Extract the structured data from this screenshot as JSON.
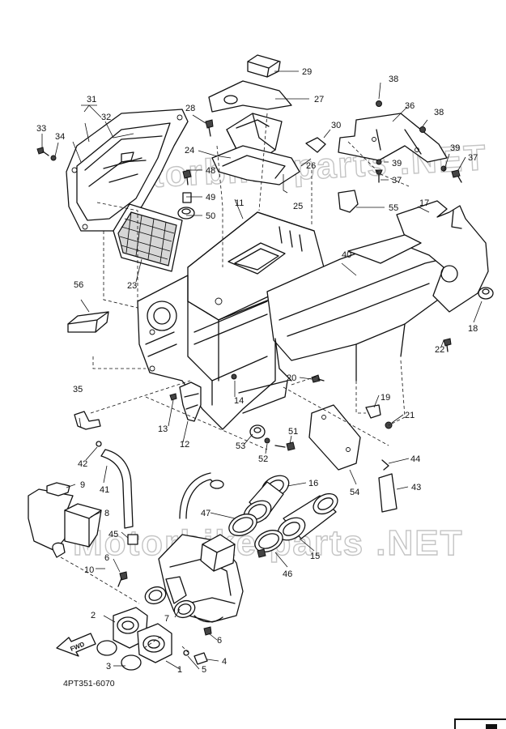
{
  "diagram_code": "4PT351-6070",
  "watermark": "Motorbike parts .NET",
  "fwd_label": "FWD",
  "corner_tab": "",
  "callouts": {
    "c1": "1",
    "c2": "2",
    "c3": "3",
    "c4": "4",
    "c5": "5",
    "c6a": "6",
    "c6b": "6",
    "c7": "7",
    "c8": "8",
    "c9": "9",
    "c10": "10",
    "c11": "11",
    "c12": "12",
    "c13": "13",
    "c14": "14",
    "c15": "15",
    "c16": "16",
    "c17": "17",
    "c18": "18",
    "c19": "19",
    "c20": "20",
    "c21": "21",
    "c22": "22",
    "c23": "23",
    "c24": "24",
    "c25": "25",
    "c26": "26",
    "c27": "27",
    "c28": "28",
    "c29": "29",
    "c30": "30",
    "c31": "31",
    "c32": "32",
    "c33": "33",
    "c34": "34",
    "c35": "35",
    "c36": "36",
    "c37": "37",
    "c38a": "38",
    "c38b": "38",
    "c39a": "39",
    "c39b": "39",
    "c40": "40",
    "c41": "41",
    "c42": "42",
    "c43": "43",
    "c44": "44",
    "c45": "45",
    "c46": "46",
    "c47": "47",
    "c48": "48",
    "c49": "49",
    "c50": "50",
    "c51": "51",
    "c52": "52",
    "c53": "53",
    "c54": "54",
    "c55": "55",
    "c56": "56"
  }
}
